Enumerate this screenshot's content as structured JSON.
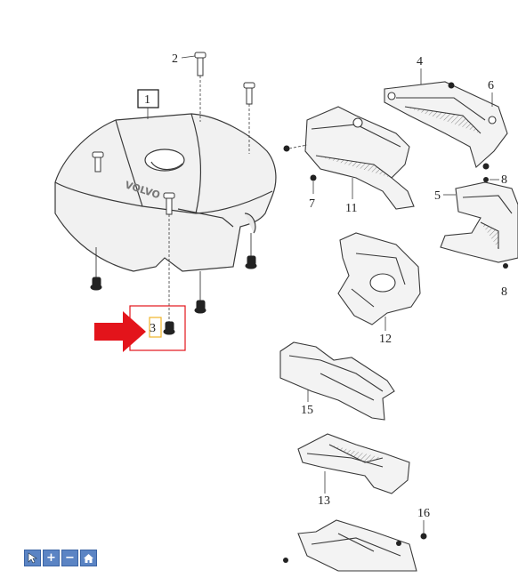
{
  "diagram": {
    "labels": {
      "p1": "1",
      "p2": "2",
      "p3": "3",
      "p4": "4",
      "p5": "5",
      "p6": "6",
      "p7": "7",
      "p8a": "8",
      "p8b": "8",
      "p11": "11",
      "p12": "12",
      "p13": "13",
      "p15": "15",
      "p16": "16"
    },
    "cover_logo": "VOLVO"
  },
  "colors": {
    "line": "#3a3a3a",
    "arrow": "#e3141b",
    "highlight_box": "#e3141b",
    "highlight_label_box": "#f0b429",
    "toolbar": "#5b84c4"
  },
  "toolbar": {
    "buttons": [
      {
        "name": "select",
        "icon": "cursor-icon"
      },
      {
        "name": "zoom-in",
        "icon": "plus-icon",
        "glyph": "+"
      },
      {
        "name": "zoom-out",
        "icon": "minus-icon",
        "glyph": "−"
      },
      {
        "name": "home",
        "icon": "home-icon"
      }
    ]
  }
}
